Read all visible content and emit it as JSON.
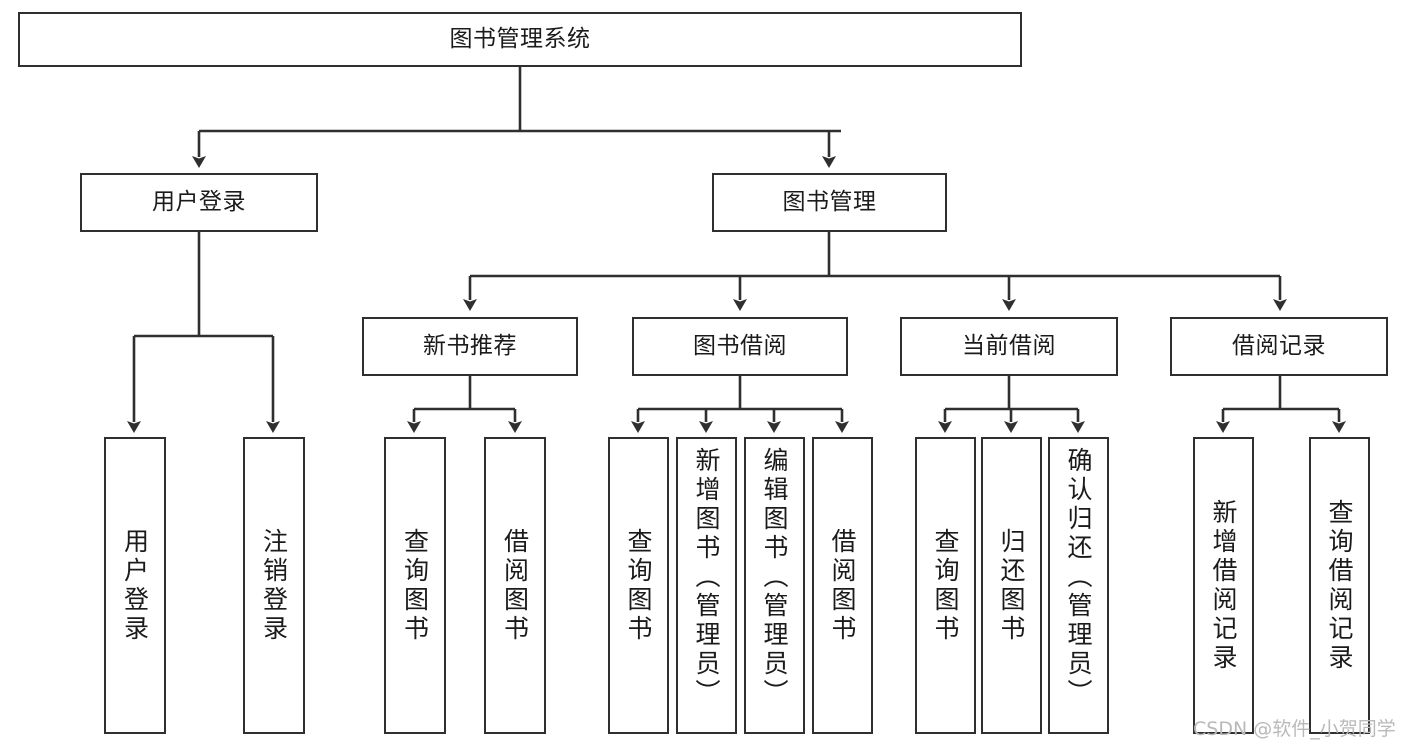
{
  "diagram": {
    "title": "图书管理系统",
    "type": "tree-hierarchy",
    "root": {
      "id": "root",
      "label": "图书管理系统"
    },
    "level2": [
      {
        "id": "user-login",
        "label": "用户登录"
      },
      {
        "id": "book-management",
        "label": "图书管理"
      }
    ],
    "level3": [
      {
        "id": "new-book-recommend",
        "label": "新书推荐",
        "parent": "book-management"
      },
      {
        "id": "book-borrow",
        "label": "图书借阅",
        "parent": "book-management"
      },
      {
        "id": "current-borrow",
        "label": "当前借阅",
        "parent": "book-management"
      },
      {
        "id": "borrow-record",
        "label": "借阅记录",
        "parent": "book-management"
      }
    ],
    "leaves": [
      {
        "id": "leaf-user-login",
        "label": "用户登录",
        "parent": "user-login"
      },
      {
        "id": "leaf-logout-login",
        "label": "注销登录",
        "parent": "user-login"
      },
      {
        "id": "leaf-query-book-1",
        "label": "查询图书",
        "parent": "new-book-recommend"
      },
      {
        "id": "leaf-borrow-book-1",
        "label": "借阅图书",
        "parent": "new-book-recommend"
      },
      {
        "id": "leaf-query-book-2",
        "label": "查询图书",
        "parent": "book-borrow"
      },
      {
        "id": "leaf-add-book",
        "label": "新增图书（管理员）",
        "parent": "book-borrow"
      },
      {
        "id": "leaf-edit-book",
        "label": "编辑图书（管理员）",
        "parent": "book-borrow"
      },
      {
        "id": "leaf-borrow-book-2",
        "label": "借阅图书",
        "parent": "book-borrow"
      },
      {
        "id": "leaf-query-book-3",
        "label": "查询图书",
        "parent": "current-borrow"
      },
      {
        "id": "leaf-return-book",
        "label": "归还图书",
        "parent": "current-borrow"
      },
      {
        "id": "leaf-confirm-return",
        "label": "确认归还（管理员）",
        "parent": "current-borrow"
      },
      {
        "id": "leaf-add-record",
        "label": "新增借阅记录",
        "parent": "borrow-record"
      },
      {
        "id": "leaf-query-record",
        "label": "查询借阅记录",
        "parent": "borrow-record"
      }
    ],
    "watermark": "CSDN @软件_小贺同学",
    "colors": {
      "stroke": "#2f2f2f",
      "fill": "#ffffff",
      "text": "#1b1b1b",
      "watermark": "#b9b9b9"
    }
  }
}
